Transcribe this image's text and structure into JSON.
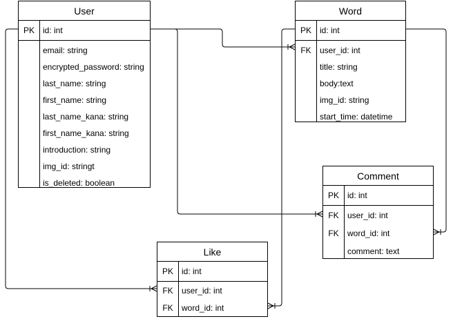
{
  "entities": {
    "user": {
      "title": "User",
      "pk": {
        "key": "PK",
        "field": "id: int"
      },
      "fields": [
        {
          "key": "",
          "field": "email: string"
        },
        {
          "key": "",
          "field": "encrypted_password: string"
        },
        {
          "key": "",
          "field": "last_name: string"
        },
        {
          "key": "",
          "field": "first_name: string"
        },
        {
          "key": "",
          "field": "last_name_kana: string"
        },
        {
          "key": "",
          "field": "first_name_kana: string"
        },
        {
          "key": "",
          "field": "introduction: string"
        },
        {
          "key": "",
          "field": "img_id: stringt"
        },
        {
          "key": "",
          "field": "is_deleted: boolean"
        }
      ]
    },
    "word": {
      "title": "Word",
      "pk": {
        "key": "PK",
        "field": "id: int"
      },
      "fields": [
        {
          "key": "FK",
          "field": "user_id: int"
        },
        {
          "key": "",
          "field": "title: string"
        },
        {
          "key": "",
          "field": "body:text"
        },
        {
          "key": "",
          "field": "img_id: string"
        },
        {
          "key": "",
          "field": "start_time: datetime"
        }
      ]
    },
    "comment": {
      "title": "Comment",
      "pk": {
        "key": "PK",
        "field": "id: int"
      },
      "fields": [
        {
          "key": "FK",
          "field": "user_id: int"
        },
        {
          "key": "FK",
          "field": "word_id: int"
        },
        {
          "key": "",
          "field": "comment: text"
        }
      ]
    },
    "like": {
      "title": "Like",
      "pk": {
        "key": "PK",
        "field": "id: int"
      },
      "fields": [
        {
          "key": "FK",
          "field": "user_id: int"
        },
        {
          "key": "FK",
          "field": "word_id: int"
        }
      ]
    }
  }
}
